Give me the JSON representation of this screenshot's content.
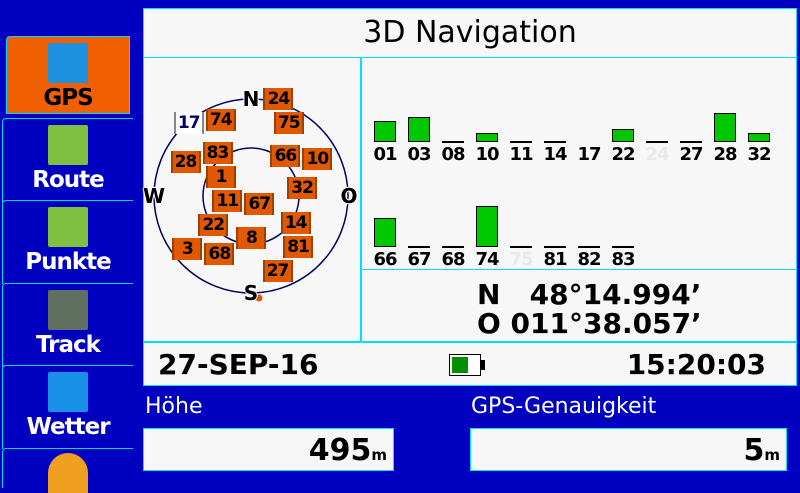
{
  "sidebar": {
    "items": [
      {
        "label": "GPS",
        "icon": "gps-satellite-icon",
        "active": true
      },
      {
        "label": "Route",
        "icon": "route-flags-icon"
      },
      {
        "label": "Punkte",
        "icon": "waypoints-flags-icon"
      },
      {
        "label": "Track",
        "icon": "track-hiker-icon"
      },
      {
        "label": "Wetter",
        "icon": "weather-icon"
      },
      {
        "label": "",
        "icon": "alarm-clock-icon"
      }
    ]
  },
  "header": {
    "title": "3D Navigation"
  },
  "sky": {
    "north": "N",
    "south": "S",
    "west": "W",
    "east": "O",
    "satellites": [
      {
        "id": "17",
        "az": 322,
        "el": 4,
        "used": false
      },
      {
        "id": "74",
        "az": 335,
        "el": 12
      },
      {
        "id": "24",
        "az": 17,
        "el": 3
      },
      {
        "id": "75",
        "az": 25,
        "el": 7
      },
      {
        "id": "28",
        "az": 299,
        "el": 24
      },
      {
        "id": "83",
        "az": 317,
        "el": 40
      },
      {
        "id": "66",
        "az": 44,
        "el": 38
      },
      {
        "id": "10",
        "az": 59,
        "el": 23
      },
      {
        "id": "1",
        "az": 292,
        "el": 60
      },
      {
        "id": "11",
        "az": 270,
        "el": 73
      },
      {
        "id": "67",
        "az": 160,
        "el": 82
      },
      {
        "id": "32",
        "az": 81,
        "el": 42
      },
      {
        "id": "22",
        "az": 231,
        "el": 45
      },
      {
        "id": "3",
        "az": 232,
        "el": 22
      },
      {
        "id": "8",
        "az": 185,
        "el": 51
      },
      {
        "id": "14",
        "az": 124,
        "el": 40
      },
      {
        "id": "81",
        "az": 137,
        "el": 26
      },
      {
        "id": "68",
        "az": 210,
        "el": 28
      },
      {
        "id": "27",
        "az": 160,
        "el": 18
      }
    ]
  },
  "signals": {
    "rows": [
      [
        {
          "id": "01",
          "strength": 47
        },
        {
          "id": "03",
          "strength": 56
        },
        {
          "id": "08",
          "strength": 0
        },
        {
          "id": "10",
          "strength": 20
        },
        {
          "id": "11",
          "strength": 0
        },
        {
          "id": "14",
          "strength": 0
        },
        {
          "id": "17",
          "strength": null
        },
        {
          "id": "22",
          "strength": 29
        },
        {
          "id": "24",
          "strength": 0,
          "faint": true
        },
        {
          "id": "27",
          "strength": 0
        },
        {
          "id": "28",
          "strength": 65
        },
        {
          "id": "32",
          "strength": 20
        }
      ],
      [
        {
          "id": "66",
          "strength": 65
        },
        {
          "id": "67",
          "strength": 0
        },
        {
          "id": "68",
          "strength": 0
        },
        {
          "id": "74",
          "strength": 92
        },
        {
          "id": "75",
          "strength": 0,
          "faint": true
        },
        {
          "id": "81",
          "strength": 0
        },
        {
          "id": "82",
          "strength": 0
        },
        {
          "id": "83",
          "strength": 0
        }
      ]
    ]
  },
  "position": {
    "lat": "N   48°14.994’",
    "lon": "O 011°38.057’"
  },
  "status": {
    "date": "27-SEP-16",
    "time": "15:20:03",
    "battery_level": 60
  },
  "fields": [
    {
      "label": "Höhe",
      "value": "495",
      "unit": "m"
    },
    {
      "label": "GPS-Genauigkeit",
      "value": "5",
      "unit": "m"
    }
  ]
}
